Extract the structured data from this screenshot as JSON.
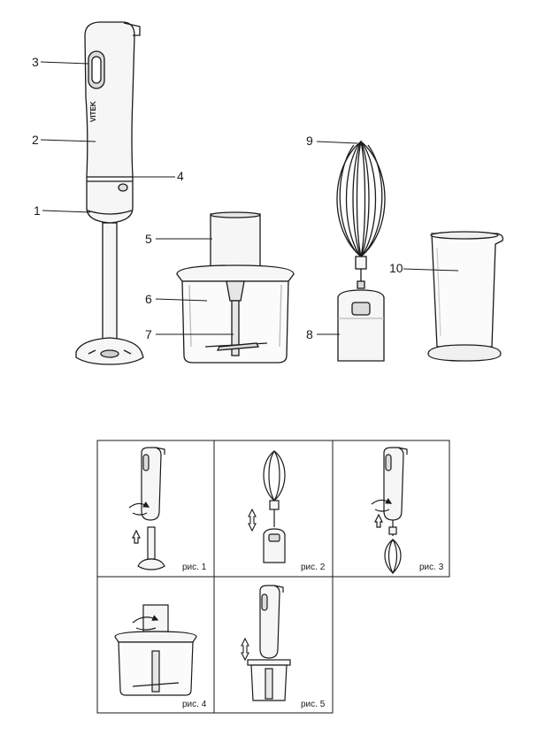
{
  "brand": "VITEK",
  "callouts": [
    "1",
    "2",
    "3",
    "4",
    "5",
    "6",
    "7",
    "8",
    "9",
    "10"
  ],
  "figures": [
    {
      "caption": "рис. 1"
    },
    {
      "caption": "рис. 2"
    },
    {
      "caption": "рис. 3"
    },
    {
      "caption": "рис. 4"
    },
    {
      "caption": "рис. 5"
    }
  ],
  "colors": {
    "line": "#1a1a1a",
    "fill": "#f4f4f4",
    "accent": "#d8d8d8"
  },
  "icons": [
    "twist-arrow-icon",
    "up-arrow-icon",
    "double-arrow-icon"
  ]
}
